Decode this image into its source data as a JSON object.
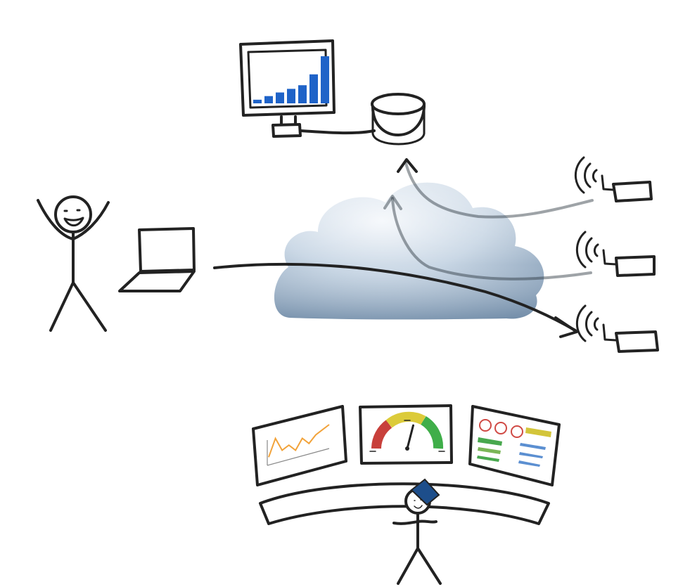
{
  "colors": {
    "ink": "#222222",
    "monitor_bars": "#1f63c8",
    "line_chart": "#f2a33a",
    "gauge_red": "#c8403b",
    "gauge_yellow": "#dccb3a",
    "gauge_green": "#3fae49",
    "cap_blue": "#1d4e8b",
    "cloud_light": "#e8eff6",
    "cloud_dark": "#7f98b2"
  },
  "icons": [
    "happy-person-icon",
    "laptop-icon",
    "cloud-icon",
    "database-icon",
    "monitor-icon",
    "sensor-icon",
    "wifi-signal-icon",
    "operator-icon",
    "control-desk-icon"
  ],
  "monitor_chart": {
    "values": [
      1,
      2,
      3,
      4,
      5,
      8,
      13
    ]
  },
  "line_chart": {
    "values": [
      2,
      7,
      3,
      4,
      2,
      5,
      3,
      5,
      6,
      7
    ]
  },
  "gauge": {
    "level": 0.58
  }
}
